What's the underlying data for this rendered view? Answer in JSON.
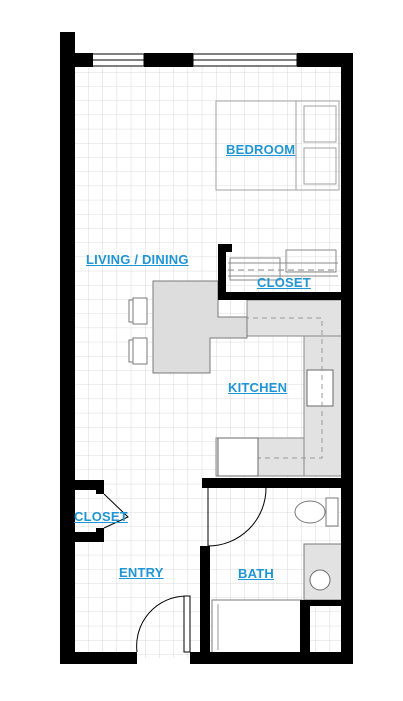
{
  "rooms": {
    "bedroom": "BEDROOM",
    "living_dining": "LIVING / DINING",
    "closet_main": "CLOSET",
    "kitchen": "KITCHEN",
    "closet_entry": "CLOSET",
    "entry": "ENTRY",
    "bath": "BATH"
  },
  "colors": {
    "wall": "#000000",
    "grid": "#cfcfcf",
    "label": "#1f95d6",
    "counter": "#e4e4e4",
    "fixture_line": "#9a9a9a"
  }
}
